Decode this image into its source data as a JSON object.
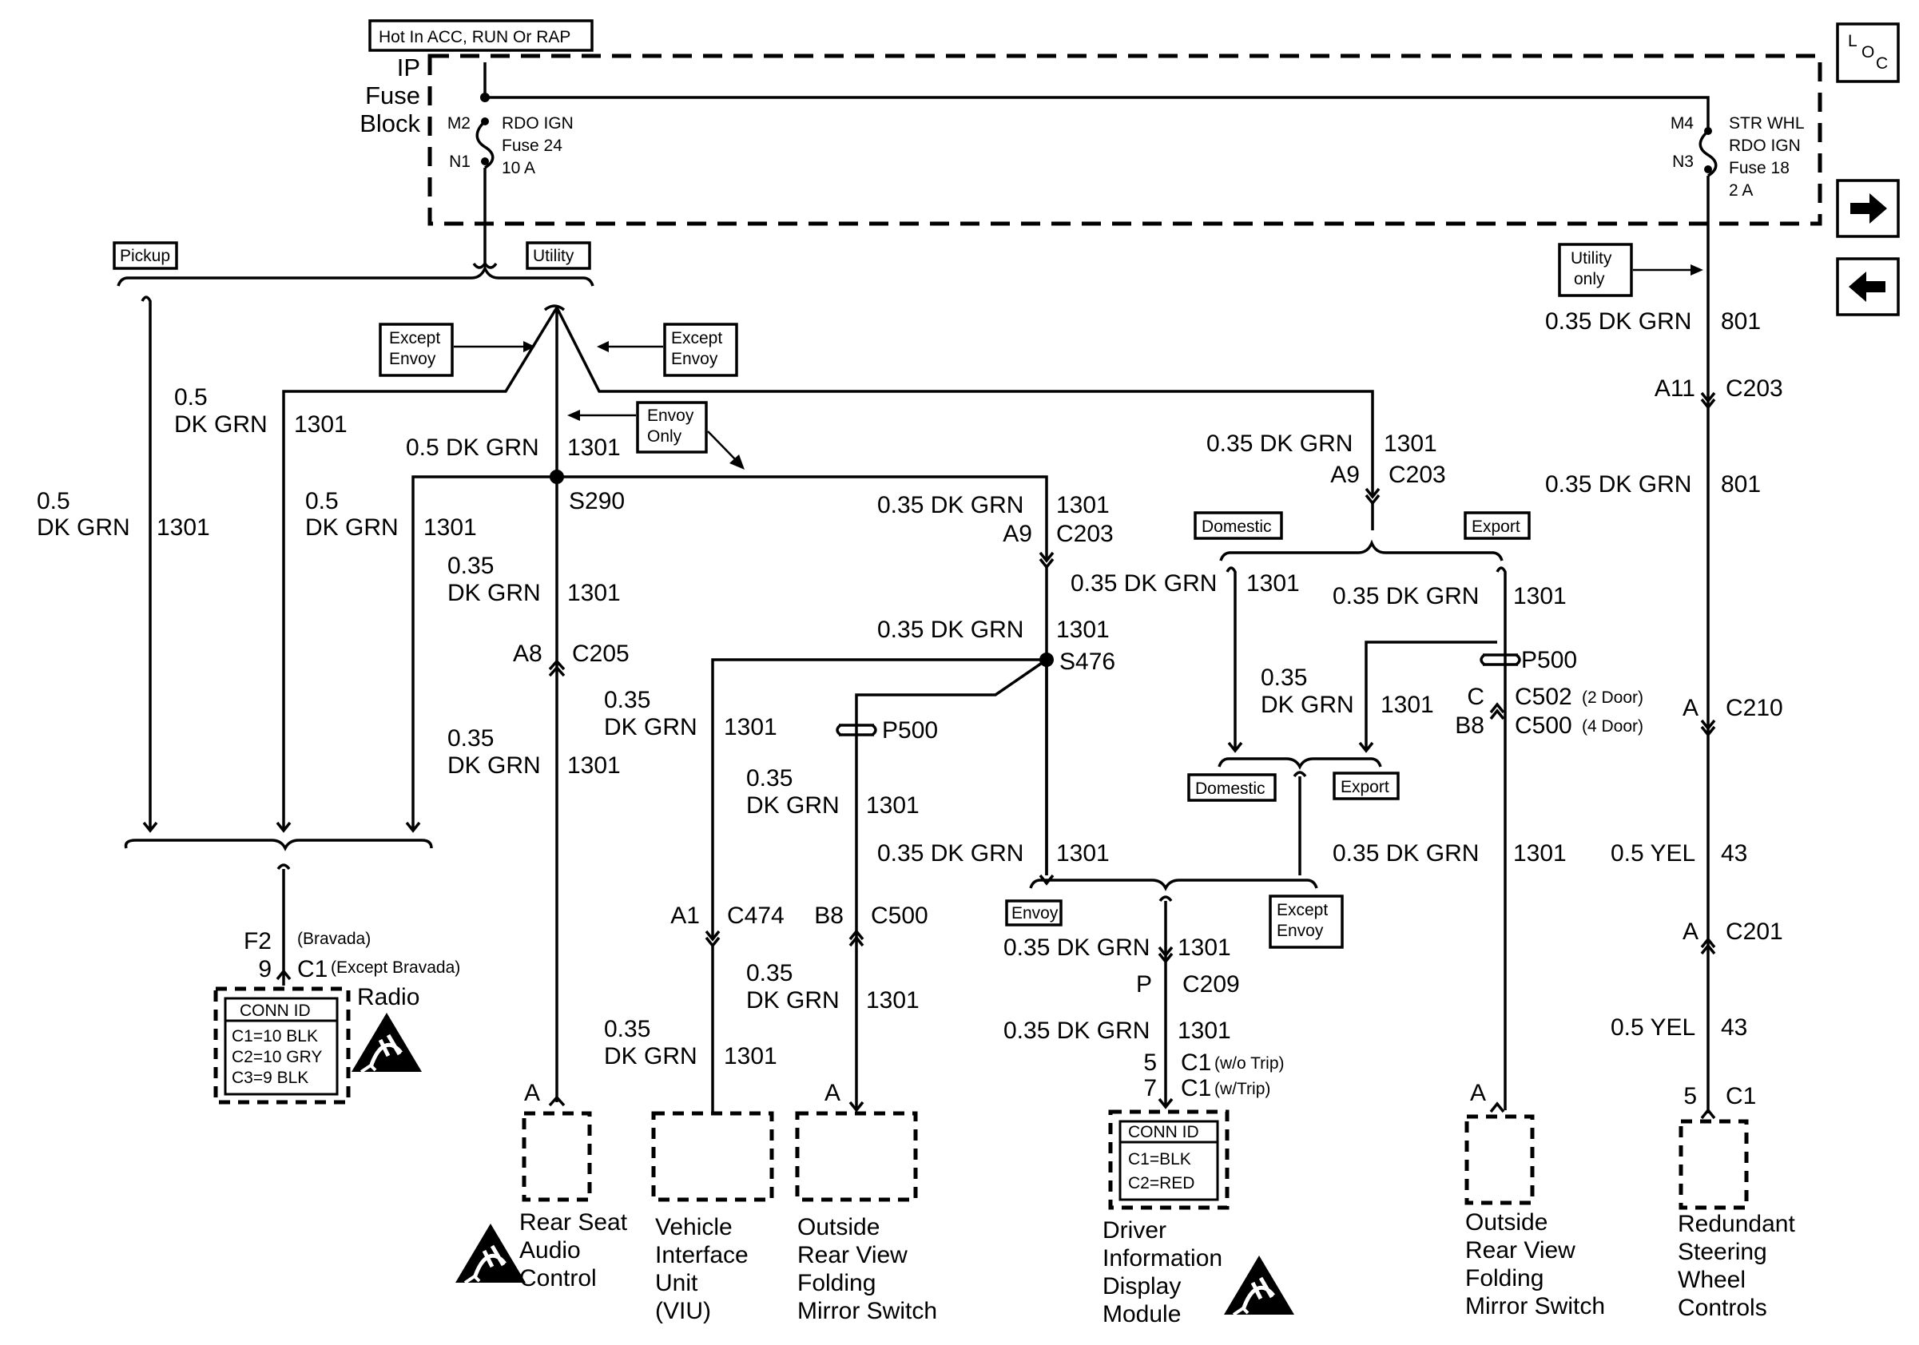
{
  "fuse_block": {
    "supply_label": "Hot In ACC, RUN Or RAP",
    "title_lines": [
      "IP",
      "Fuse",
      "Block"
    ],
    "left_fuse": {
      "pin_in": "M2",
      "pin_out": "N1",
      "name": "RDO IGN",
      "fuse": "Fuse 24",
      "rating": "10 A"
    },
    "right_fuse": {
      "pin_in": "M4",
      "pin_out": "N3",
      "name": "STR WHL",
      "name2": "RDO IGN",
      "fuse": "Fuse 18",
      "rating": "2 A"
    }
  },
  "nav": {
    "loc_icon": "loc-icon",
    "next_icon": "arrow-right-icon",
    "prev_icon": "arrow-left-icon"
  },
  "options": {
    "pickup": "Pickup",
    "utility": "Utility",
    "except_envoy": [
      "Except",
      "Envoy"
    ],
    "envoy_only": [
      "Envoy",
      "Only"
    ],
    "utility_only": [
      "Utility",
      "only"
    ],
    "domestic": "Domestic",
    "export": "Export",
    "envoy": "Envoy",
    "bravada": "(Bravada)",
    "except_bravada": "(Except Bravada)",
    "two_door": "(2 Door)",
    "four_door": "(4 Door)",
    "wo_trip": "(w/o Trip)",
    "w_trip": "(w/Trip)"
  },
  "wires": {
    "w05": "0.5",
    "dkgrn": "DK GRN",
    "w05_dkgrn": "0.5 DK GRN",
    "w035": "0.35",
    "w035_dkgrn": "0.35 DK GRN",
    "yel": "0.5 YEL",
    "c1301": "1301",
    "c801": "801",
    "c43": "43"
  },
  "splices": {
    "s290": "S290",
    "s476": "S476",
    "p500": "P500"
  },
  "connectors": {
    "a11": "A11",
    "c203": "C203",
    "a9": "A9",
    "a8": "A8",
    "c205": "C205",
    "a1": "A1",
    "c474": "C474",
    "b8": "B8",
    "c500": "C500",
    "c_pin": "C",
    "c502": "C502",
    "c210": "C210",
    "a_pin": "A",
    "c201": "C201",
    "p_pin": "P",
    "c209": "C209",
    "f2": "F2",
    "nine": "9",
    "c1": "C1",
    "five": "5",
    "seven": "7"
  },
  "components": {
    "radio": "Radio",
    "radio_conn": {
      "title": "CONN ID",
      "lines": [
        "C1=10 BLK",
        "C2=10 GRY",
        "C3=9 BLK"
      ]
    },
    "rear_seat": [
      "Rear Seat",
      "Audio",
      "Control"
    ],
    "viu": [
      "Vehicle",
      "Interface",
      "Unit",
      "(VIU)"
    ],
    "mirror": [
      "Outside",
      "Rear View",
      "Folding",
      "Mirror Switch"
    ],
    "dic": [
      "Driver",
      "Information",
      "Display",
      "Module"
    ],
    "dic_conn": {
      "title": "CONN ID",
      "lines": [
        "C1=BLK",
        "C2=RED"
      ]
    },
    "rswc": [
      "Redundant",
      "Steering",
      "Wheel",
      "Controls"
    ]
  }
}
